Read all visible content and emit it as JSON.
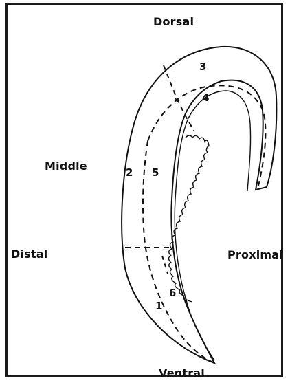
{
  "labels": {
    "dorsal": "Dorsal",
    "middle": "Middle",
    "distal": "Distal",
    "proximal": "Proximal",
    "ventral": "Ventral"
  },
  "regions": {
    "r1": "1",
    "r2": "2",
    "r3": "3",
    "r4": "4",
    "r5": "5",
    "r6": "6",
    "marker": "x"
  },
  "colors": {
    "ink": "#111111",
    "frame": "#1a1a1a",
    "background": "#ffffff"
  }
}
